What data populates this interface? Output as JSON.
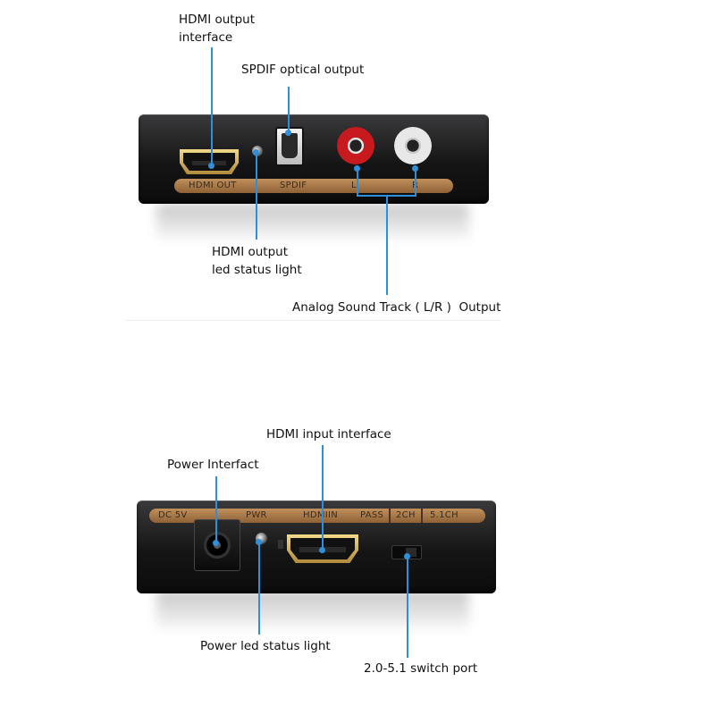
{
  "top_device": {
    "strip_labels": {
      "hdmi_out": "HDMI OUT",
      "spdif": "SPDIF",
      "l": "L",
      "r": "R"
    },
    "callouts": {
      "hdmi_output_interface_1": "HDMI output",
      "hdmi_output_interface_2": "interface",
      "spdif_optical_output": "SPDIF optical output",
      "hdmi_led_1": "HDMI output",
      "hdmi_led_2": "led status light",
      "analog_sound": "Analog Sound Track ( L/R )  Output"
    }
  },
  "bottom_device": {
    "strip_labels": {
      "dc5v": "DC 5V",
      "pwr": "PWR",
      "hdmi_in": "HDMIIN",
      "pass": "PASS",
      "ch2": "2CH",
      "ch51": "5.1CH"
    },
    "callouts": {
      "hdmi_input_interface": "HDMI input interface",
      "power_interface": "Power Interfact",
      "power_led": "Power led status light",
      "switch_port": "2.0-5.1 switch port"
    }
  },
  "colors": {
    "callout_line": "#2f8fd8",
    "label_strip": "#b0814c",
    "device_body": "#151516",
    "rca_red": "#c8191e",
    "rca_white": "#e6e6e6"
  }
}
